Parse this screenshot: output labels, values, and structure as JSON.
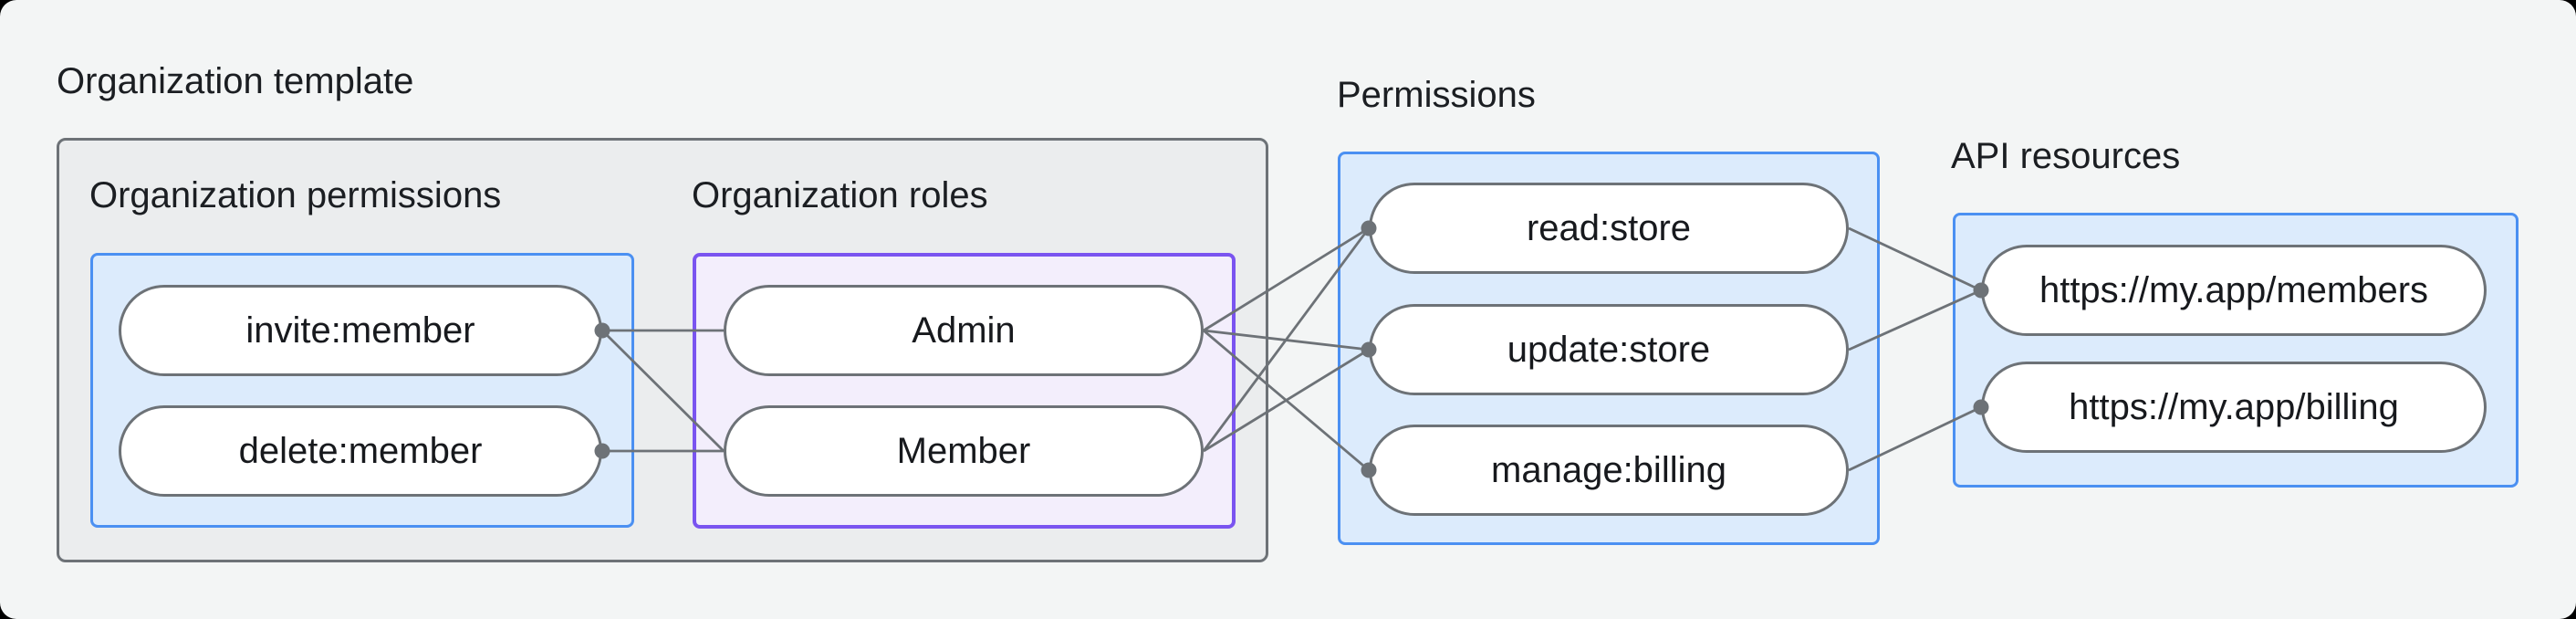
{
  "diagram": {
    "org_template": {
      "title": "Organization template",
      "permissions": {
        "title": "Organization permissions",
        "items": [
          {
            "label": "invite:member"
          },
          {
            "label": "delete:member"
          }
        ]
      },
      "roles": {
        "title": "Organization roles",
        "items": [
          {
            "label": "Admin"
          },
          {
            "label": "Member"
          }
        ]
      }
    },
    "permissions": {
      "title": "Permissions",
      "items": [
        {
          "label": "read:store"
        },
        {
          "label": "update:store"
        },
        {
          "label": "manage:billing"
        }
      ]
    },
    "api_resources": {
      "title": "API resources",
      "items": [
        {
          "label": "https://my.app/members"
        },
        {
          "label": "https://my.app/billing"
        }
      ]
    },
    "edges": [
      {
        "from": "invite:member",
        "to": "Admin"
      },
      {
        "from": "invite:member",
        "to": "Member"
      },
      {
        "from": "delete:member",
        "to": "Member"
      },
      {
        "from": "Admin",
        "to": "read:store"
      },
      {
        "from": "Admin",
        "to": "update:store"
      },
      {
        "from": "Admin",
        "to": "manage:billing"
      },
      {
        "from": "Member",
        "to": "read:store"
      },
      {
        "from": "Member",
        "to": "update:store"
      },
      {
        "from": "read:store",
        "to": "https://my.app/members"
      },
      {
        "from": "update:store",
        "to": "https://my.app/members"
      },
      {
        "from": "manage:billing",
        "to": "https://my.app/billing"
      }
    ],
    "colors": {
      "background": "#f3f5f5",
      "gray_container_fill": "#ebedee",
      "gray_border": "#6d7277",
      "blue_fill": "#dcebfc",
      "blue_border": "#4b90f2",
      "purple_fill": "#f3eefc",
      "purple_border": "#7a54f0",
      "connector": "#6d7277",
      "text": "#1b1e22"
    }
  }
}
